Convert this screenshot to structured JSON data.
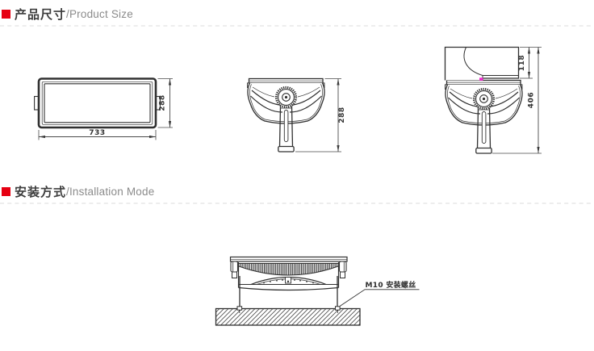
{
  "page": {
    "background": "#ffffff"
  },
  "theme": {
    "accent_red": "#e60012",
    "line_color": "#303030",
    "dim_text_color": "#333333",
    "divider_color": "#e7e7e7",
    "magenta_marker": "#f02bd0"
  },
  "sections": {
    "product_size": {
      "bullet_icon": "red-square",
      "title_cn": "产品尺寸",
      "title_en": "/Product Size"
    },
    "installation": {
      "bullet_icon": "red-square",
      "title_cn": "安装方式",
      "title_en": "/Installation Mode"
    }
  },
  "drawings": {
    "front_view": {
      "description": "front view of floodlight with side mounting tabs",
      "width_label": "733",
      "height_label": "288"
    },
    "side_view": {
      "description": "side view with adjustment knob and mounting stem",
      "height_label": "288"
    },
    "tilted_view": {
      "description": "side view tilted upward showing lamp head",
      "head_height_label": "118",
      "total_height_label": "406"
    },
    "installation_view": {
      "description": "floodlight surface-mounted on hatched base with screws",
      "screw_label": "M10 安装螺丝"
    }
  }
}
